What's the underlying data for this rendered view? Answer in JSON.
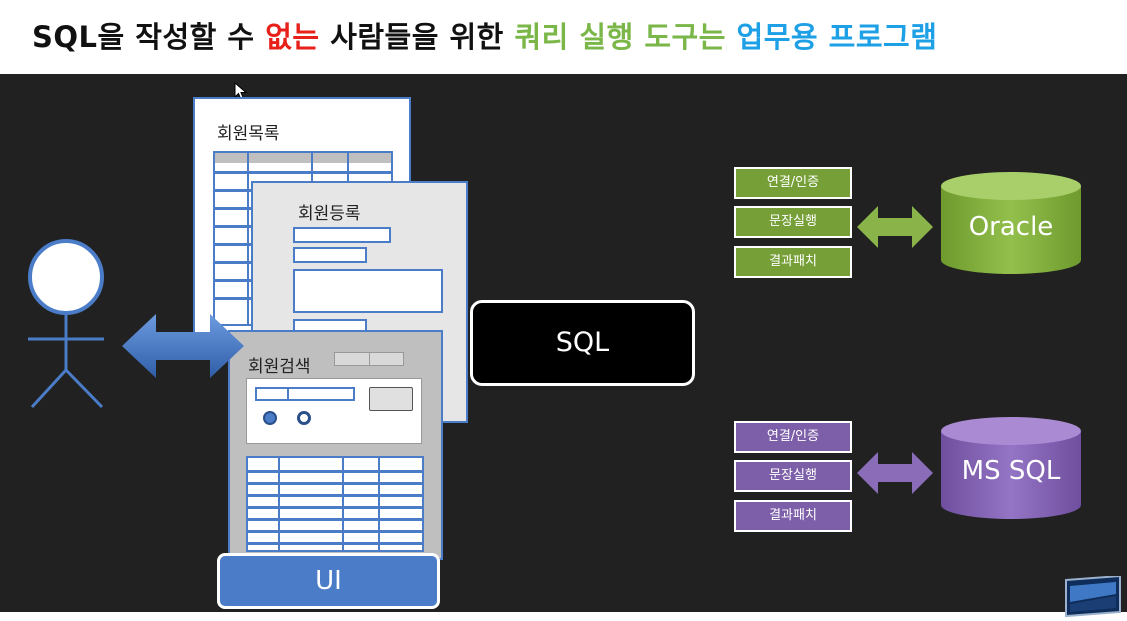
{
  "title": {
    "part1": "SQL을 작성할 수 ",
    "part2": "없는",
    "part3": " 사람들을 위한 ",
    "part4": "쿼리 실행 도구는",
    "part5": " 업무용 프로그램"
  },
  "colors": {
    "title_dark": "#111111",
    "title_red": "#e8201a",
    "title_green": "#7ab648",
    "title_blue": "#1ea0e6",
    "accent_blue": "#4a7cc7",
    "oracle_green": "#8ab44a",
    "mssql_purple": "#8a6cb8",
    "background": "#212121"
  },
  "windows": {
    "member_list": "회원목록",
    "member_register": "회원등록",
    "member_search": "회원검색"
  },
  "boxes": {
    "sql": "SQL",
    "ui": "UI"
  },
  "databases": {
    "oracle": {
      "name": "Oracle",
      "steps": [
        "연결/인증",
        "문장실행",
        "결과패치"
      ]
    },
    "mssql": {
      "name": "MS SQL",
      "steps": [
        "연결/인증",
        "문장실행",
        "결과패치"
      ]
    }
  },
  "icons": [
    "stick-figure-user-icon",
    "mouse-cursor-icon",
    "double-arrow-icon",
    "database-cylinder-icon",
    "monitor-thumbnail-icon"
  ]
}
